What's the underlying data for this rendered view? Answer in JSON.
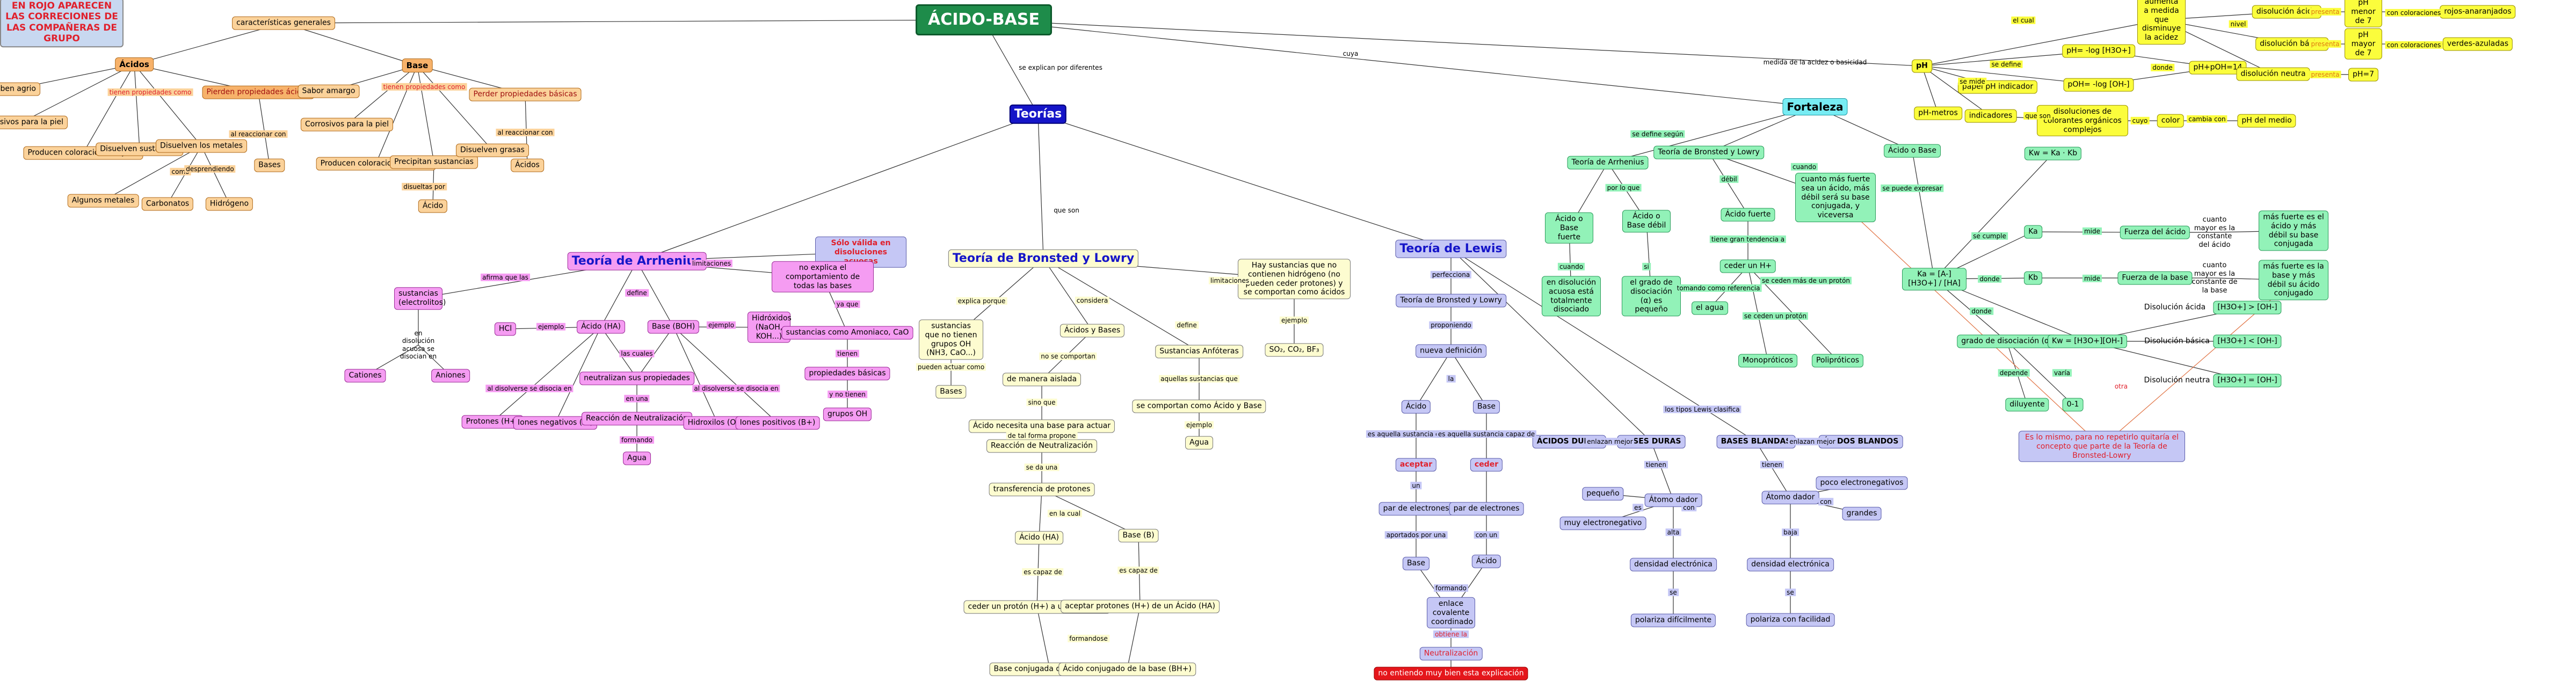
{
  "nodes": {
    "note": "EN ROJO APARECEN LAS CORRECIONES DE LAS COMPAÑERAS DE GRUPO",
    "acido_base": "ÁCIDO-BASE",
    "caracteristicas": "características generales",
    "acidos": "Ácidos",
    "base_top": "Base",
    "saben_agrio": "Saben agrio",
    "corrosivos_piel": "Corrosivos para la piel",
    "producen_rojas": "Producen coloraciones rojizas",
    "disuelven_sust": "Disuelven sustancias",
    "disuelven_metales": "Disuelven los metales",
    "algunos_metales": "Algunos metales",
    "carbonatos": "Carbonatos",
    "hidrogeno": "Hidrógeno",
    "pierden_acidas": "Pierden propiedades ácidas",
    "bases_node": "Bases",
    "sabor_amargo": "Sabor amargo",
    "corrosivos_piel2": "Corrosivos para la piel",
    "producen_azules": "Producen coloraciones azules",
    "precipitan": "Precipitan sustancias",
    "disuelven_grasas": "Disuelven grasas",
    "acido_small": "Ácido",
    "pierden_basicas": "Perder propiedades básicas",
    "acidos_small": "Ácidos",
    "teorias": "Teorías",
    "t_arrhenius": "Teoría de Arrhenius",
    "solo_valida": "Sólo válida en disoluciones acuosas",
    "no_explica": "no explica el comportamiento de todas las bases",
    "sustancias_electrolitos": "sustancias (electrolitos)",
    "en_disolucion": "en disolución acuosa se disocian en",
    "cationes": "Cationes",
    "aniones": "Aniones",
    "acido_ha": "Ácido (HA)",
    "base_boh": "Base (BOH)",
    "hcl": "HCl",
    "naoh": "Hidróxidos (NaOH, KOH...)",
    "h_plus": "Protones (H+)",
    "iones_neg": "Iones negativos (A-)",
    "neutralizan": "neutralizan sus propiedades",
    "reaccion_neutr": "Reacción de Neutralización",
    "agua_a": "Agua",
    "hidroxilos": "Hidroxilos (OH-)",
    "iones_pos": "Iones positivos (B+)",
    "sust_amon": "sustancias como Amoniaco, CaO",
    "prop_basicas": "propiedades básicas",
    "grupo_oh": "grupos OH",
    "t_bronsted": "Teoría de Bronsted y Lowry",
    "sust_noprot": "sustancias que no tienen grupos OH (NH3, CaO...)",
    "bases_b": "Bases",
    "acidos_bases": "Ácidos y Bases",
    "de_manera_aislada": "de manera aislada",
    "acido_necesita": "Ácido necesita una base para actuar",
    "reacc_neutral": "Reacción de Neutralización",
    "transferencia": "transferencia de protones",
    "acido_ha2": "Ácido (HA)",
    "base_b2": "Base (B)",
    "ceder_proton": "ceder un protón (H+) a una Base (B)",
    "aceptar_protones": "aceptar protones (H+) de un Ácido (HA)",
    "base_conj": "Base conjugada del ácido (A-)",
    "acido_conj": "Ácido conjugado de la base (BH+)",
    "sust_anfoteras": "Sustancias Anfóteras",
    "se_comportan": "se comportan como Ácido y Base",
    "agua_b": "Agua",
    "hay_sust": "Hay sustancias que no contienen hidrógeno (no pueden ceder protones) y se comportan como ácidos",
    "so2": "SO₂, CO₂, BF₃",
    "t_lewis": "Teoría de Lewis",
    "t_bronsted2": "Teoría de Bronsted y Lowry",
    "nueva_def": "nueva definición",
    "acido_l": "Ácido",
    "base_l": "Base",
    "aceptar": "aceptar",
    "ceder": "ceder",
    "par_e1": "par de electrones",
    "par_e2": "par de electrones",
    "base_l2": "Base",
    "acido_l2": "Ácido",
    "enlace_cov": "enlace covalente coordinado",
    "neutralizacion": "Neutralización",
    "no_entiendo": "no entiendo muy bien esta explicación",
    "acidos_duros": "ÁCIDOS DUROS",
    "bases_duras": "BASES DURAS",
    "pequeno": "pequeño",
    "atomo_dador": "Átomo dador",
    "muy_electroneg": "muy electronegativo",
    "densidad_e": "densidad electrónica",
    "polariza_dif": "polariza difícilmente",
    "bases_blandas": "BASES BLANDAS",
    "acidos_blandos": "ÁCIDOS BLANDOS",
    "poco_electroneg": "poco electronegativos",
    "atomo_dador2": "Átomo dador",
    "grandes": "grandes",
    "densidad_e2": "densidad electrónica",
    "polariza_facil": "polariza con facilidad",
    "fortaleza": "Fortaleza",
    "teoria_arrh2": "Teoría de Arrhenius",
    "teoria_bron3": "Teoría de Bronsted y Lowry",
    "acido_base_fuerte": "Ácido o Base fuerte",
    "acido_base_debil": "Ácido o Base débil",
    "disolucion_acuosa": "en disolución acuosa está totalmente disociado",
    "grado_disoc": "el grado de disociación (α) es pequeño",
    "acido_fuerte": "Ácido fuerte",
    "cuanto_mas": "cuanto más fuerte sea un ácido, más débil será su base conjugada, y viceversa",
    "ceder_h": "ceder un H+",
    "el_agua": "el agua",
    "monoproticos": "Monopróticos",
    "poliproticos": "Polipróticos",
    "acido_o_base": "Ácido o Base",
    "ka_box": "Ka = [A-][H3O+] / [HA]",
    "kw": "Kw = Ka · Kb",
    "ka_small": "Ka",
    "kb_small": "Kb",
    "fuerza_acido": "Fuerza del ácido",
    "fuerza_base": "Fuerza de la base",
    "cuanto_mayor_a": "cuanto mayor es la constante del ácido",
    "cuanto_mayor_b": "cuanto mayor es la constante de la base",
    "mas_fuerte_acido": "más fuerte es el ácido y más débil su base conjugada",
    "mas_fuerte_base": "más fuerte es la base y más débil su ácido conjugado",
    "grado_disoc_alpha": "grado de disociación (α)",
    "kw_eq": "Kw = [H3O+][OH-]",
    "dis_acida": "Disolución ácida",
    "dis_basica": "Disolución básica",
    "dis_neutra": "Disolución neutra",
    "h3o_gt": "[H3O+] > [OH-]",
    "h3o_lt": "[H3O+] < [OH-]",
    "h3o_eq": "[H3O+] = [OH-]",
    "diluente": "diluyente",
    "zero_one": "0-1",
    "es_lo_mismo": "Es lo mismo, para no repetirlo quitaría el concepto que parte de la Teoría de Bronsted-Lowry",
    "ph": "pH",
    "ph_eq": "pH= -log [H3O+]",
    "poh_eq": "pOH= -log [OH-]",
    "ph_poh": "pH+pOH=14",
    "ph_metros": "pH-metros",
    "papel_ph": "papel pH indicador",
    "indicadores": "indicadores",
    "disol_colorantes": "disoluciones de colorantes orgánicos complejos",
    "color": "color",
    "ph_medio": "pH del medio",
    "aumenta": "aumenta a medida que disminuye la acidez",
    "dis_acida2": "disolución ácida",
    "ph_menor7": "pH menor de 7",
    "rojos_anaranjados": "rojos-anaranjados",
    "dis_basica2": "disolución básica",
    "ph_mayor7": "pH mayor de 7",
    "verdes_azuladas": "verdes-azuladas",
    "dis_neutra2": "disolución neutra",
    "ph7": "pH=7"
  },
  "labels": {
    "se_explican": "se explican por diferentes",
    "cuya": "cuya",
    "medida_acidez": "medida de la acidez o basicidad",
    "que_son": "que son",
    "tienen_prop1": "tienen propiedades como",
    "tienen_prop2": "tienen propiedades como",
    "al_reaccionar": "al reaccionar con",
    "al_reaccionar2": "al reaccionar con",
    "como": "como",
    "desprendiendo": "desprendiendo",
    "disueltas": "disueltas por",
    "afirma": "afirma que las",
    "limitaciones": "limitaciones",
    "define": "define",
    "ejemplo1": "ejemplo",
    "ejemplo2": "ejemplo",
    "al_disolverse1": "al disolverse se disocia en",
    "al_disolverse2": "al disolverse se disocia en",
    "las_cuales": "las cuales",
    "en_una": "en una",
    "formando": "formando",
    "ya_que": "ya que",
    "tienen": "tienen",
    "y_no_tienen": "y no tienen",
    "considera": "considera",
    "explica_porque": "explica porque",
    "pueden_actuar": "pueden actuar como",
    "no_se_comportan": "no se comportan",
    "sino_que": "sino que",
    "de_tal_forma": "de tal forma propone",
    "se_da_una": "se da una",
    "en_la_cual": "en la cual",
    "es_capaz1": "es capaz de",
    "es_capaz2": "es capaz de",
    "formandose": "formandose",
    "limitaciones2": "limitaciones",
    "define2": "define",
    "aquellas": "aquellas sustancias que",
    "ejemplo3": "ejemplo",
    "ejemplo4": "ejemplo",
    "perfecciona": "perfecciona",
    "proponiendo": "proponiendo",
    "la": "la",
    "es_aquella1": "es aquella sustancia capaz de",
    "es_aquella2": "es aquella sustancia capaz de",
    "un1": "un",
    "con_un": "con un",
    "aportados": "aportados por una",
    "formando2": "formando",
    "obtiene": "obtiene la",
    "tipos_lewis": "los tipos Lewis clasifica",
    "enlazan1": "enlazan mejor",
    "enlazan2": "enlazan mejor",
    "tienen_d": "tienen",
    "es": "es",
    "con": "con",
    "alta": "alta",
    "se1": "se",
    "tienen_b": "tienen",
    "con2": "con",
    "baja": "baja",
    "se2": "se",
    "se_define": "se define según",
    "por_lo_que": "por lo que",
    "cuando": "cuando",
    "si": "si",
    "debil": "débil",
    "tiene_gran": "tiene gran tendencia a",
    "tomando_ref": "tomando como referencia",
    "se_ceden_mas": "se ceden más de un protón",
    "se_ceden_uno": "se ceden un protón",
    "se_puede": "se puede expresar",
    "se_cumple": "se cumple",
    "mide1": "mide",
    "mide2": "mide",
    "donde1": "donde",
    "donde2": "donde",
    "depende": "depende",
    "varia": "varía",
    "se_define2": "se define",
    "se_mide": "se mide",
    "que_son2": "que son",
    "cuyo": "cuyo",
    "cambia": "cambia con",
    "el_cual": "el cual",
    "donde3": "donde",
    "presenta1": "presenta",
    "presenta2": "presenta",
    "presenta3": "presenta",
    "con_col1": "con coloraciones",
    "con_col2": "con coloraciones",
    "nivel": "nivel",
    "otra": "otra"
  },
  "colors": {
    "center_green": "#1e8c4a",
    "theory_blue": "#1515c8",
    "correction_red": "#e0202c",
    "arrhenius_pink": "#f59cf2",
    "lewis_lavender": "#c5c7f5",
    "strength_green": "#92f2b8",
    "ph_yellow": "#fbfd3c",
    "properties_orange": "#f7b26a"
  }
}
